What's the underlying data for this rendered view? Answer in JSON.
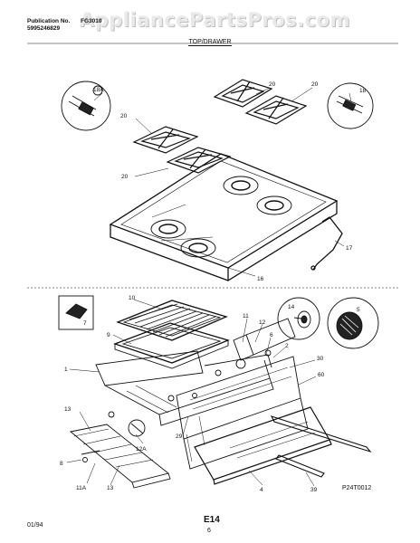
{
  "header": {
    "publication_label": "Publication No.",
    "publication_number": "5995246829",
    "model_fragment": "FG3010",
    "section_title": "TOP/DRAWER"
  },
  "watermark": "AppliancePartsPros.com",
  "callouts": {
    "c18A": "18A",
    "c18": "18",
    "c20a": "20",
    "c20b": "20",
    "c20c": "20",
    "c20d": "20",
    "c17": "17",
    "c16": "16",
    "c10": "10",
    "c9": "9",
    "c7": "7",
    "c1": "1",
    "c11": "11",
    "c12": "12",
    "c6": "6",
    "c14": "14",
    "c5": "5",
    "c2": "2",
    "c30": "30",
    "c60": "60",
    "c29": "29",
    "c13a": "13",
    "c13b": "13",
    "c12A": "12A",
    "c8": "8",
    "c11A": "11A",
    "c4": "4",
    "c39": "39"
  },
  "diagram_code": "P24T0012",
  "footer": {
    "date": "01/94",
    "page_id": "E14",
    "page_number": "6"
  }
}
